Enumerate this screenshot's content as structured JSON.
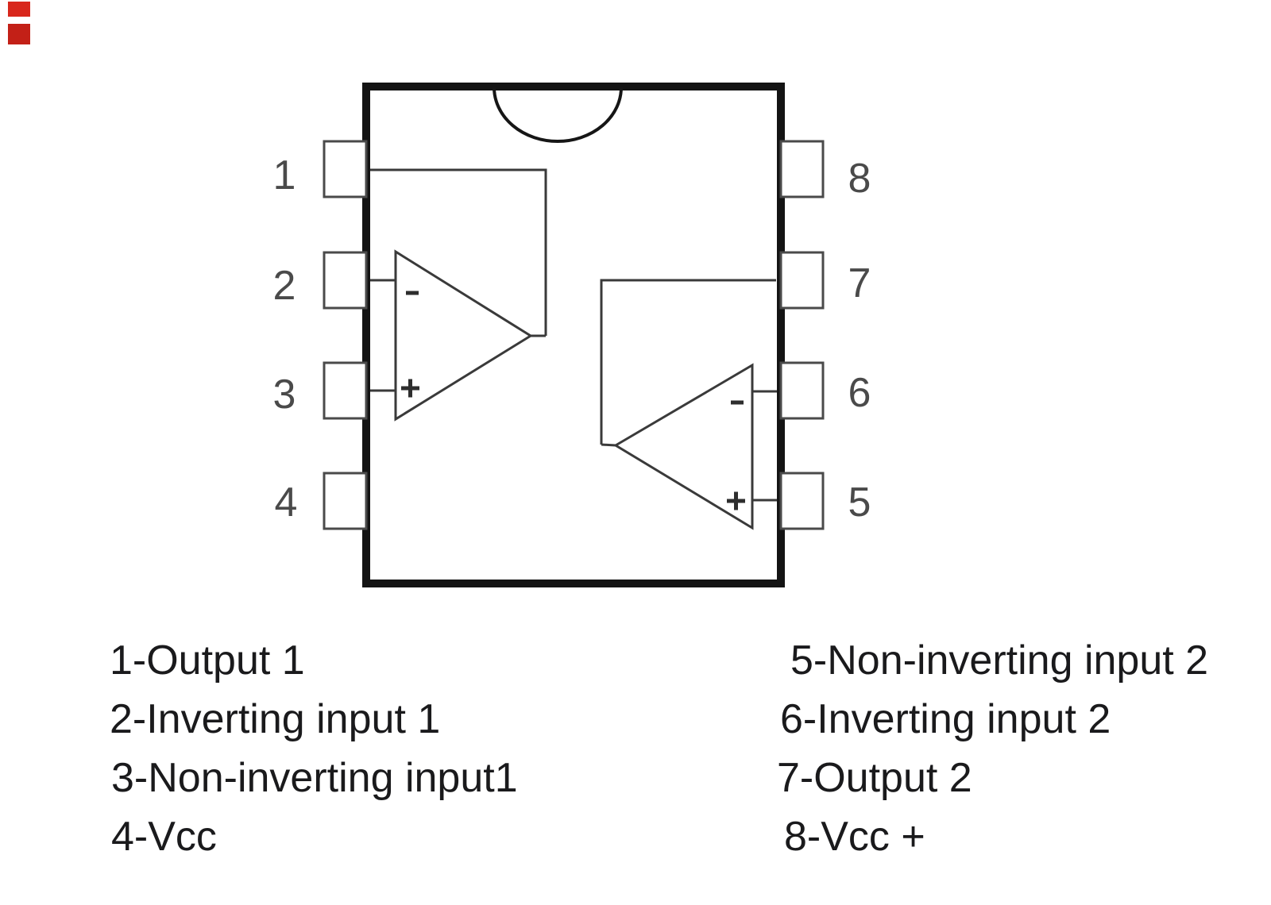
{
  "colors": {
    "background": "#ffffff",
    "body_border": "#141414",
    "diagram_line": "#3a3a3a",
    "pin_number": "#4a4a4a",
    "legend_text": "#1a1a1c",
    "red_mark_top": "#d8271c",
    "red_mark_bottom": "#c32017"
  },
  "chip": {
    "package": "8-pin DIP top view",
    "left_pins": [
      {
        "number": "1"
      },
      {
        "number": "2"
      },
      {
        "number": "3"
      },
      {
        "number": "4"
      }
    ],
    "right_pins": [
      {
        "number": "8"
      },
      {
        "number": "7"
      },
      {
        "number": "6"
      },
      {
        "number": "5"
      }
    ],
    "opamps": [
      {
        "name": "opamp-1",
        "inverting_label": "-",
        "non_inverting_label": "+"
      },
      {
        "name": "opamp-2",
        "inverting_label": "-",
        "non_inverting_label": "+"
      }
    ]
  },
  "legend": {
    "left": [
      "1-Output 1",
      "2-Inverting input 1",
      "3-Non-inverting input1",
      "4-Vcc"
    ],
    "right": [
      "5-Non-inverting input 2",
      "6-Inverting input 2",
      "7-Output 2",
      "8-Vcc +"
    ]
  }
}
